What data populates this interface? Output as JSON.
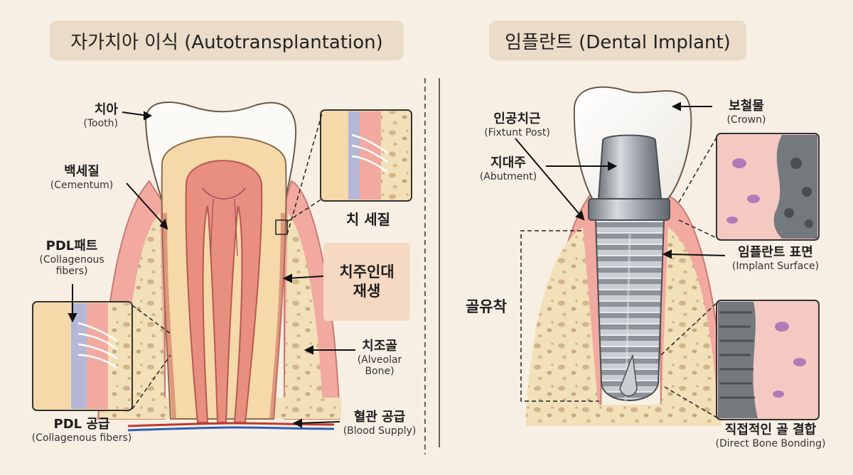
{
  "left": {
    "title": "자가치아 이식 (Autotransplantation)",
    "labels": {
      "tooth_ko": "치아",
      "tooth_en": "(Tooth)",
      "cementum_ko": "백세질",
      "cementum_en": "(Cementum)",
      "pdl_pad_ko": "PDL패트",
      "pdl_pad_en1": "(Collagenous",
      "pdl_pad_en2": "fibers)",
      "pdl_supply_ko": "PDL 공급",
      "pdl_supply_en": "(Collagenous fibers)",
      "chi_sejil": "치 세질",
      "regen_line1": "치주인대",
      "regen_line2": "재생",
      "alveolar_ko": "치조골",
      "alveolar_en1": "(Alveolar",
      "alveolar_en2": "Bone)",
      "blood_ko": "혈관 공급",
      "blood_en": "(Blood Supply)"
    }
  },
  "right": {
    "title": "임플란트 (Dental Implant)",
    "labels": {
      "fixture_ko": "인공치근",
      "fixture_en": "(Fixtunt Post)",
      "abutment_ko": "지대주",
      "abutment_en": "(Abutment)",
      "crown_ko": "보철물",
      "crown_en": "(Crown)",
      "surface_ko": "임플란트 표면",
      "surface_en": "(Implant Surface)",
      "osseo_ko": "골유착",
      "direct_ko": "직접적인 골 결합",
      "direct_en": "(Direct Bone Bonding)"
    }
  },
  "colors": {
    "background": "#f7efe4",
    "title_box": "#eadcc8",
    "gum": "#f2a9a0",
    "bone": "#f2e1b8",
    "bone_pore": "#c9a57a",
    "pulp": "#e88f80",
    "enamel": "#fbfaf6",
    "dentin": "#f5d9a8",
    "titanium": "#9aa0a6",
    "regen_box": "#f5d9c2"
  }
}
